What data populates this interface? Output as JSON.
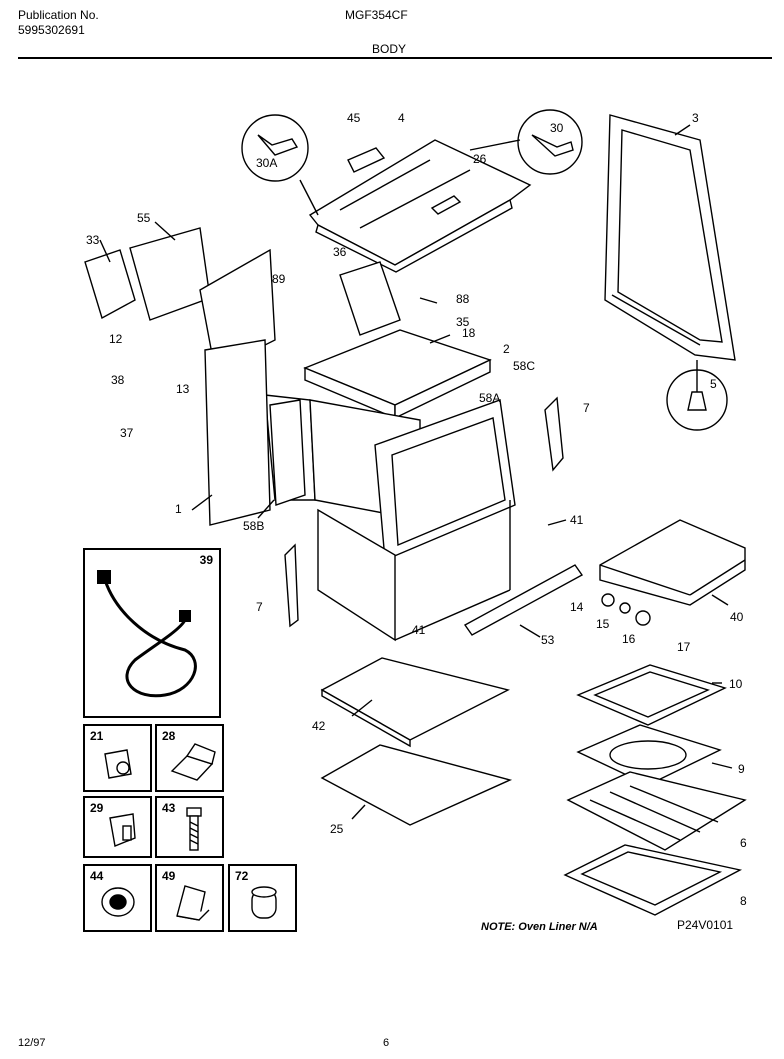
{
  "header": {
    "publication_label": "Publication No.",
    "publication_number": "5995302691",
    "model": "MGF354CF",
    "section_title": "BODY"
  },
  "callouts": [
    "45",
    "4",
    "30",
    "30A",
    "26",
    "3",
    "55",
    "33",
    "36",
    "89",
    "88",
    "35",
    "18",
    "2",
    "58C",
    "12",
    "13",
    "38",
    "58A",
    "7",
    "5",
    "37",
    "1",
    "58B",
    "41",
    "39",
    "7",
    "14",
    "15",
    "16",
    "17",
    "40",
    "41",
    "53",
    "10",
    "42",
    "9",
    "25",
    "6",
    "8"
  ],
  "inset_boxes": [
    {
      "id": "39",
      "label": "39",
      "icon": "power-cord-icon"
    },
    {
      "id": "21",
      "label": "21",
      "icon": "clip-icon"
    },
    {
      "id": "28",
      "label": "28",
      "icon": "bracket-icon"
    },
    {
      "id": "29",
      "label": "29",
      "icon": "clip-icon"
    },
    {
      "id": "43",
      "label": "43",
      "icon": "screw-icon"
    },
    {
      "id": "44",
      "label": "44",
      "icon": "grommet-icon"
    },
    {
      "id": "49",
      "label": "49",
      "icon": "bracket-icon"
    },
    {
      "id": "72",
      "label": "72",
      "icon": "plug-icon"
    }
  ],
  "note": "NOTE: Oven Liner N/A",
  "diagram_code": "P24V0101",
  "footer": {
    "date": "12/97",
    "page": "6"
  }
}
